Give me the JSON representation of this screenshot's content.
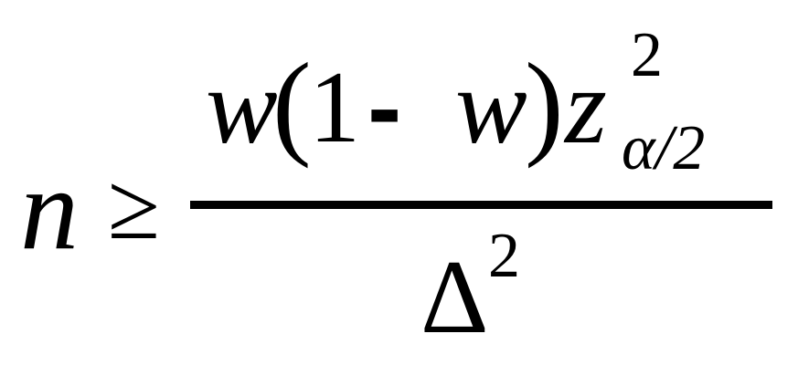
{
  "formula": {
    "lhs": {
      "variable": "n",
      "relation": "≥"
    },
    "numerator": {
      "w_first": "w",
      "open_paren": "(",
      "one": "1",
      "minus": "-",
      "w_second": "w",
      "close_paren": ")",
      "z": "z",
      "z_superscript": "2",
      "z_subscript": "α/2"
    },
    "denominator": {
      "delta": "Δ",
      "delta_superscript": "2"
    }
  }
}
